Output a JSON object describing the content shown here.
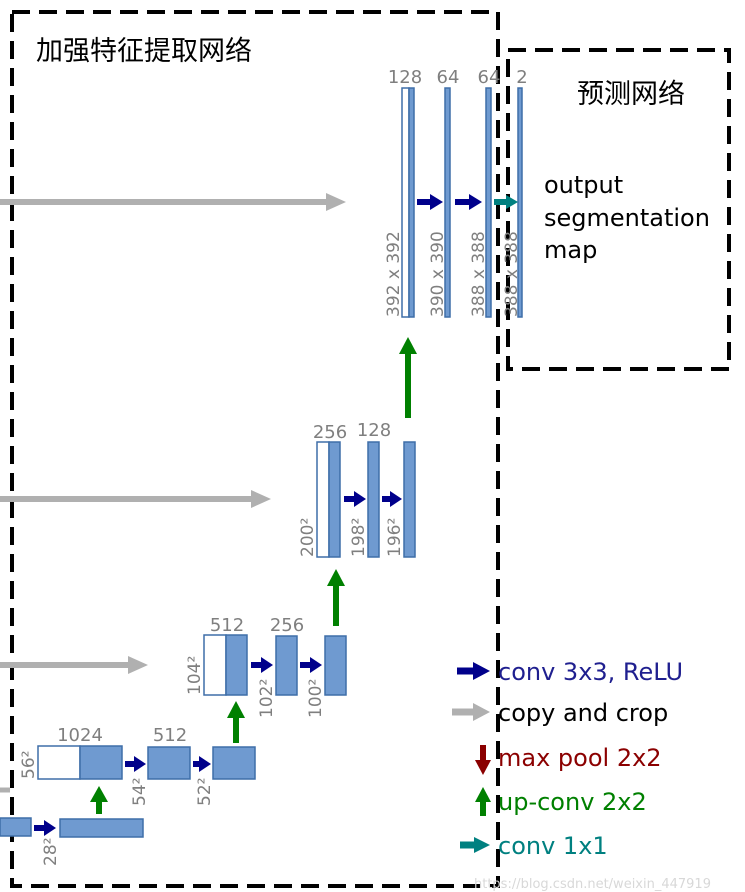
{
  "regions": {
    "feature_label": "加强特征提取网络",
    "predict_label": "预测网络"
  },
  "top_level": {
    "channels": [
      "128",
      "64",
      "64",
      "2"
    ],
    "sizes": [
      "392 x 392",
      "390 x 390",
      "388 x 388",
      "388 x 388"
    ],
    "output_lines": [
      "output",
      "segmentation",
      "map"
    ]
  },
  "level2": {
    "channels": [
      "256",
      "128"
    ],
    "sizes": [
      "200²",
      "198²",
      "196²"
    ]
  },
  "level3": {
    "channels": [
      "512",
      "256"
    ],
    "sizes": [
      "104²",
      "102²",
      "100²"
    ]
  },
  "level4": {
    "channels": [
      "1024",
      "512"
    ],
    "sizes": [
      "56²",
      "54²",
      "52²"
    ]
  },
  "level5": {
    "sizes": [
      "28²"
    ]
  },
  "legend": {
    "items": [
      {
        "label": "conv 3x3, ReLU",
        "color": "#1f1f8f",
        "arrow_color": "#00008b"
      },
      {
        "label": "copy and crop",
        "color": "#000000",
        "arrow_color": "#b0b0b0"
      },
      {
        "label": "max pool 2x2",
        "color": "#8b0000",
        "arrow_color": "#8b0000"
      },
      {
        "label": "up-conv 2x2",
        "color": "#008000",
        "arrow_color": "#008000"
      },
      {
        "label": "conv 1x1",
        "color": "#008080",
        "arrow_color": "#008080"
      }
    ]
  },
  "watermark": "https://blog.csdn.net/weixin_447919",
  "colors": {
    "block": "#6f9ad0",
    "block_stroke": "#3f6ea8",
    "conv": "#00008b",
    "copy": "#b0b0b0",
    "upconv": "#008000",
    "conv1x1": "#008080"
  }
}
